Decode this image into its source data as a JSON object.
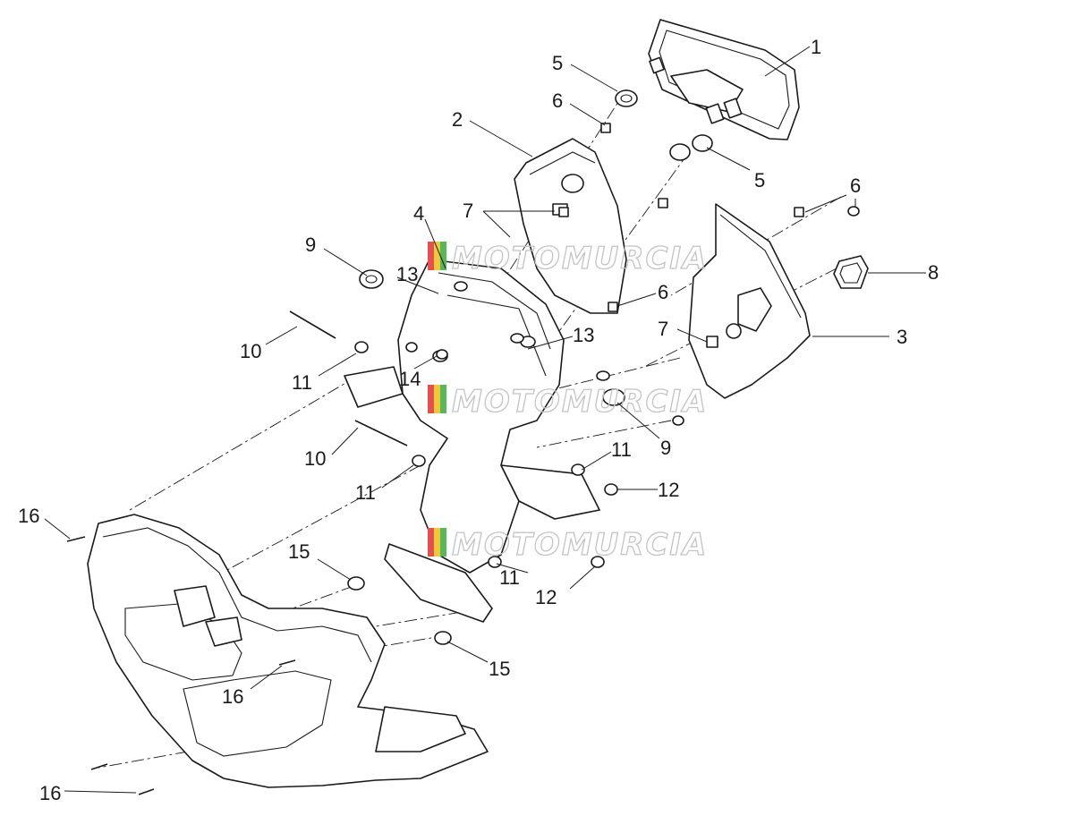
{
  "diagram": {
    "watermark": "MOTOMURCIA",
    "watermark_colors": [
      "#e45050",
      "#f0c83c",
      "#58b858"
    ],
    "callouts": [
      {
        "id": "c1",
        "label": "1"
      },
      {
        "id": "c2",
        "label": "2"
      },
      {
        "id": "c3",
        "label": "3"
      },
      {
        "id": "c4",
        "label": "4"
      },
      {
        "id": "c5a",
        "label": "5"
      },
      {
        "id": "c5b",
        "label": "5"
      },
      {
        "id": "c6a",
        "label": "6"
      },
      {
        "id": "c6b",
        "label": "6"
      },
      {
        "id": "c6c",
        "label": "6"
      },
      {
        "id": "c7a",
        "label": "7"
      },
      {
        "id": "c7b",
        "label": "7"
      },
      {
        "id": "c8",
        "label": "8"
      },
      {
        "id": "c9a",
        "label": "9"
      },
      {
        "id": "c9b",
        "label": "9"
      },
      {
        "id": "c10a",
        "label": "10"
      },
      {
        "id": "c10b",
        "label": "10"
      },
      {
        "id": "c11a",
        "label": "11"
      },
      {
        "id": "c11b",
        "label": "11"
      },
      {
        "id": "c11c",
        "label": "11"
      },
      {
        "id": "c11d",
        "label": "11"
      },
      {
        "id": "c12a",
        "label": "12"
      },
      {
        "id": "c12b",
        "label": "12"
      },
      {
        "id": "c13a",
        "label": "13"
      },
      {
        "id": "c13b",
        "label": "13"
      },
      {
        "id": "c14",
        "label": "14"
      },
      {
        "id": "c15a",
        "label": "15"
      },
      {
        "id": "c15b",
        "label": "15"
      },
      {
        "id": "c16a",
        "label": "16"
      },
      {
        "id": "c16b",
        "label": "16"
      },
      {
        "id": "c16c",
        "label": "16"
      }
    ]
  }
}
